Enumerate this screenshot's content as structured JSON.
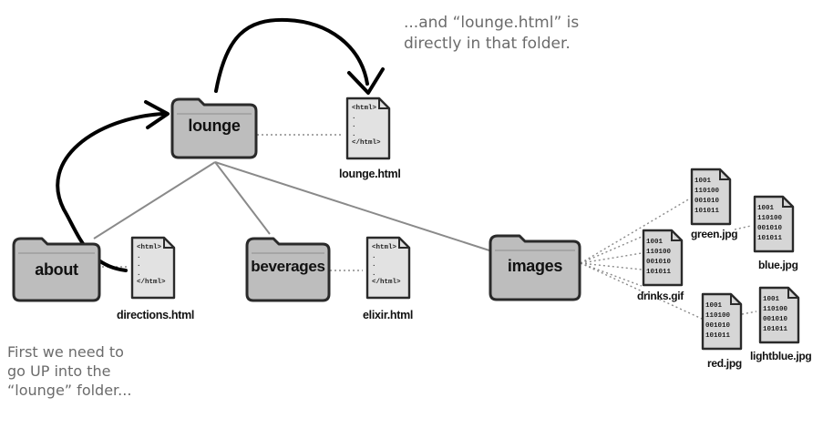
{
  "folders": {
    "lounge": "lounge",
    "about": "about",
    "beverages": "beverages",
    "images": "images"
  },
  "files": {
    "lounge_html": "lounge.html",
    "directions_html": "directions.html",
    "elixir_html": "elixir.html",
    "green_jpg": "green.jpg",
    "blue_jpg": "blue.jpg",
    "drinks_gif": "drinks.gif",
    "red_jpg": "red.jpg",
    "lightblue_jpg": "lightblue.jpg"
  },
  "doc_snippet": {
    "open_tag": "<html>",
    "dots": ".\n.\n.",
    "close_tag": "</html>"
  },
  "binary_snippet": "1001\n110100\n001010\n101011",
  "notes": {
    "top_line1": "...and “lounge.html” is",
    "top_line2": "directly in that folder.",
    "bottom_line1": "First we need to",
    "bottom_line2": "go UP into the",
    "bottom_line3": "“lounge” folder..."
  },
  "colors": {
    "folder_fill": "#bdbdbd",
    "folder_stroke": "#2a2a2a",
    "line": "#8a8a8a",
    "arrow": "#000000",
    "note_text": "#6b6b6b"
  }
}
